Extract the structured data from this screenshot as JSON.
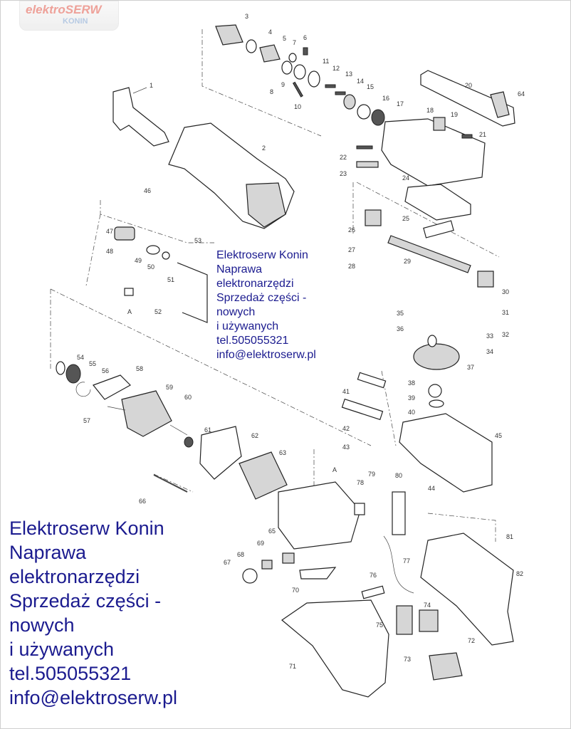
{
  "logo": {
    "line1": "elektroSERW",
    "line2": "KONIN"
  },
  "promo": {
    "lines": [
      "Elektroserw Konin",
      "Naprawa",
      "elektronarzędzi",
      "Sprzedaż części -",
      "nowych",
      "i używanych",
      "tel.505055321",
      "info@elektroserw.pl"
    ]
  },
  "callouts": {
    "n1": "1",
    "n2": "2",
    "n3": "3",
    "n4": "4",
    "n5": "5",
    "n6": "6",
    "n7": "7",
    "n8": "8",
    "n9": "9",
    "n10": "10",
    "n11": "11",
    "n12": "12",
    "n13": "13",
    "n14": "14",
    "n15": "15",
    "n16": "16",
    "n17": "17",
    "n18": "18",
    "n19": "19",
    "n20": "20",
    "n21": "21",
    "n22": "22",
    "n23": "23",
    "n24": "24",
    "n25": "25",
    "n26": "26",
    "n27": "27",
    "n28": "28",
    "n29": "29",
    "n30": "30",
    "n31": "31",
    "n32": "32",
    "n33": "33",
    "n34": "34",
    "n35": "35",
    "n36": "36",
    "n37": "37",
    "n38": "38",
    "n39": "39",
    "n40": "40",
    "n41": "41",
    "n42": "42",
    "n43": "43",
    "n44": "44",
    "n45": "45",
    "n46": "46",
    "n47": "47",
    "n48": "48",
    "n49": "49",
    "n50": "50",
    "n51": "51",
    "n52": "52",
    "n53": "53",
    "n54": "54",
    "n55": "55",
    "n56": "56",
    "n57": "57",
    "n58": "58",
    "n59": "59",
    "n60": "60",
    "n61": "61",
    "n62": "62",
    "n63": "63",
    "n64": "64",
    "n65": "65",
    "n66": "66",
    "n67": "67",
    "n68": "68",
    "n69": "69",
    "n70": "70",
    "n71": "71",
    "n72": "72",
    "n73": "73",
    "n74": "74",
    "n75": "75",
    "n76": "76",
    "n77": "77",
    "n78": "78",
    "n79": "79",
    "n80": "80",
    "n81": "81",
    "n82": "82",
    "refA1": "A",
    "refA2": "A"
  },
  "colors": {
    "promo_text": "#1b1b8f",
    "logo_red": "#e87a6e",
    "logo_blue": "#98b4d8"
  }
}
